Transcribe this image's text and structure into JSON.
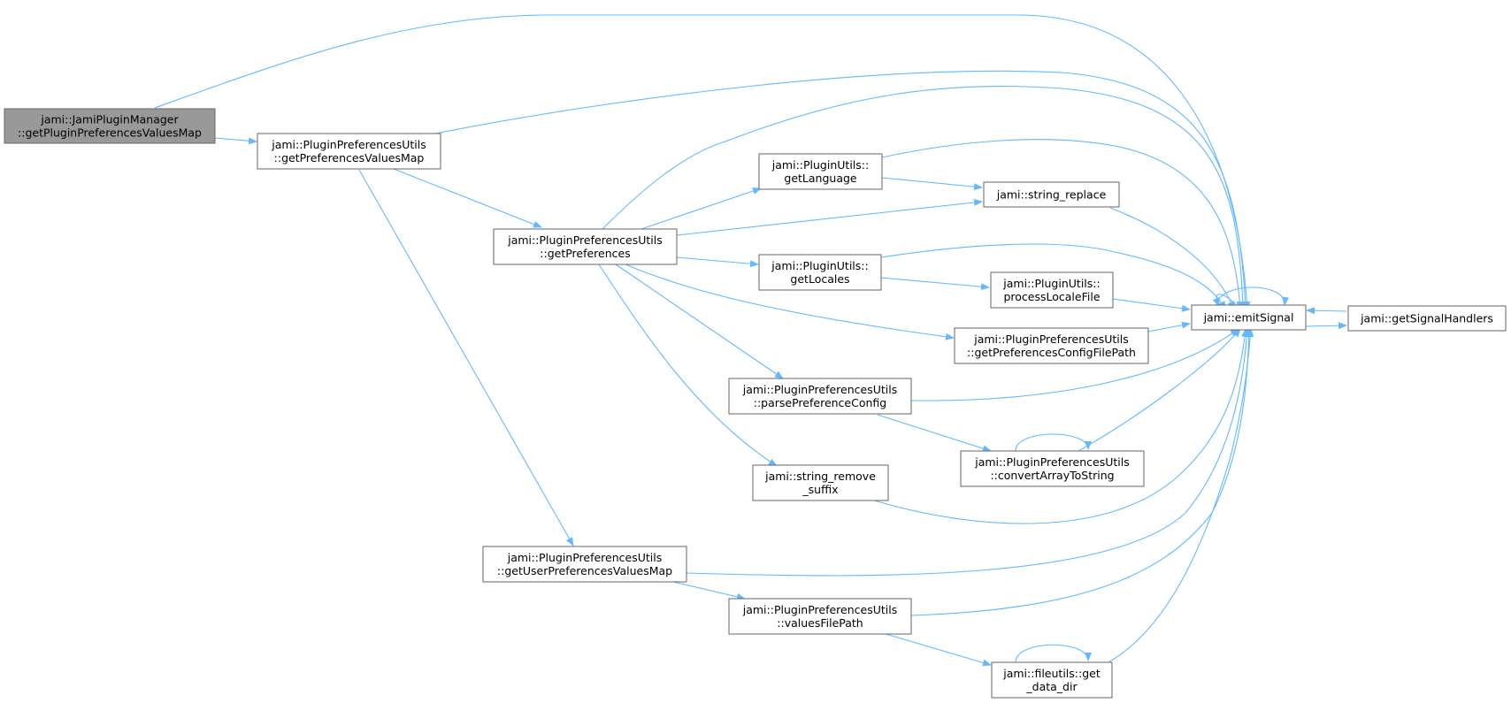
{
  "graph": {
    "edge_color": "#63b8ff",
    "root_fill": "#999999",
    "node_border": "#666666",
    "nodes": [
      {
        "id": "n_root",
        "name": "node-getpluginpreferencesvaluesmap-manager",
        "lines": [
          "jami::JamiPluginManager",
          "::getPluginPreferencesValuesMap"
        ],
        "root": true
      },
      {
        "id": "n_gpvm",
        "name": "node-getpreferencesvaluesmap",
        "lines": [
          "jami::PluginPreferencesUtils",
          "::getPreferencesValuesMap"
        ]
      },
      {
        "id": "n_gp",
        "name": "node-getpreferences",
        "lines": [
          "jami::PluginPreferencesUtils",
          "::getPreferences"
        ]
      },
      {
        "id": "n_gupvm",
        "name": "node-getuserpreferencesvaluesmap",
        "lines": [
          "jami::PluginPreferencesUtils",
          "::getUserPreferencesValuesMap"
        ]
      },
      {
        "id": "n_glang",
        "name": "node-getlanguage",
        "lines": [
          "jami::PluginUtils::",
          "getLanguage"
        ]
      },
      {
        "id": "n_gloc",
        "name": "node-getlocales",
        "lines": [
          "jami::PluginUtils::",
          "getLocales"
        ]
      },
      {
        "id": "n_ppc",
        "name": "node-parsepreferenceconfig",
        "lines": [
          "jami::PluginPreferencesUtils",
          "::parsePreferenceConfig"
        ]
      },
      {
        "id": "n_srs",
        "name": "node-string-remove-suffix",
        "lines": [
          "jami::string_remove",
          "_suffix"
        ]
      },
      {
        "id": "n_vfp",
        "name": "node-valuesfilepath",
        "lines": [
          "jami::PluginPreferencesUtils",
          "::valuesFilePath"
        ]
      },
      {
        "id": "n_srep",
        "name": "node-string-replace",
        "lines": [
          "jami::string_replace"
        ]
      },
      {
        "id": "n_plf",
        "name": "node-processlocalefile",
        "lines": [
          "jami::PluginUtils::",
          "processLocaleFile"
        ]
      },
      {
        "id": "n_gpcfp",
        "name": "node-getpreferencesconfigfilepath",
        "lines": [
          "jami::PluginPreferencesUtils",
          "::getPreferencesConfigFilePath"
        ]
      },
      {
        "id": "n_cats",
        "name": "node-convertarraytostring",
        "lines": [
          "jami::PluginPreferencesUtils",
          "::convertArrayToString"
        ]
      },
      {
        "id": "n_fgdd",
        "name": "node-fileutils-get-data-dir",
        "lines": [
          "jami::fileutils::get",
          "_data_dir"
        ]
      },
      {
        "id": "n_emit",
        "name": "node-emitsignal",
        "lines": [
          "jami::emitSignal"
        ]
      },
      {
        "id": "n_gsh",
        "name": "node-getsignalhandlers",
        "lines": [
          "jami::getSignalHandlers"
        ]
      }
    ]
  }
}
